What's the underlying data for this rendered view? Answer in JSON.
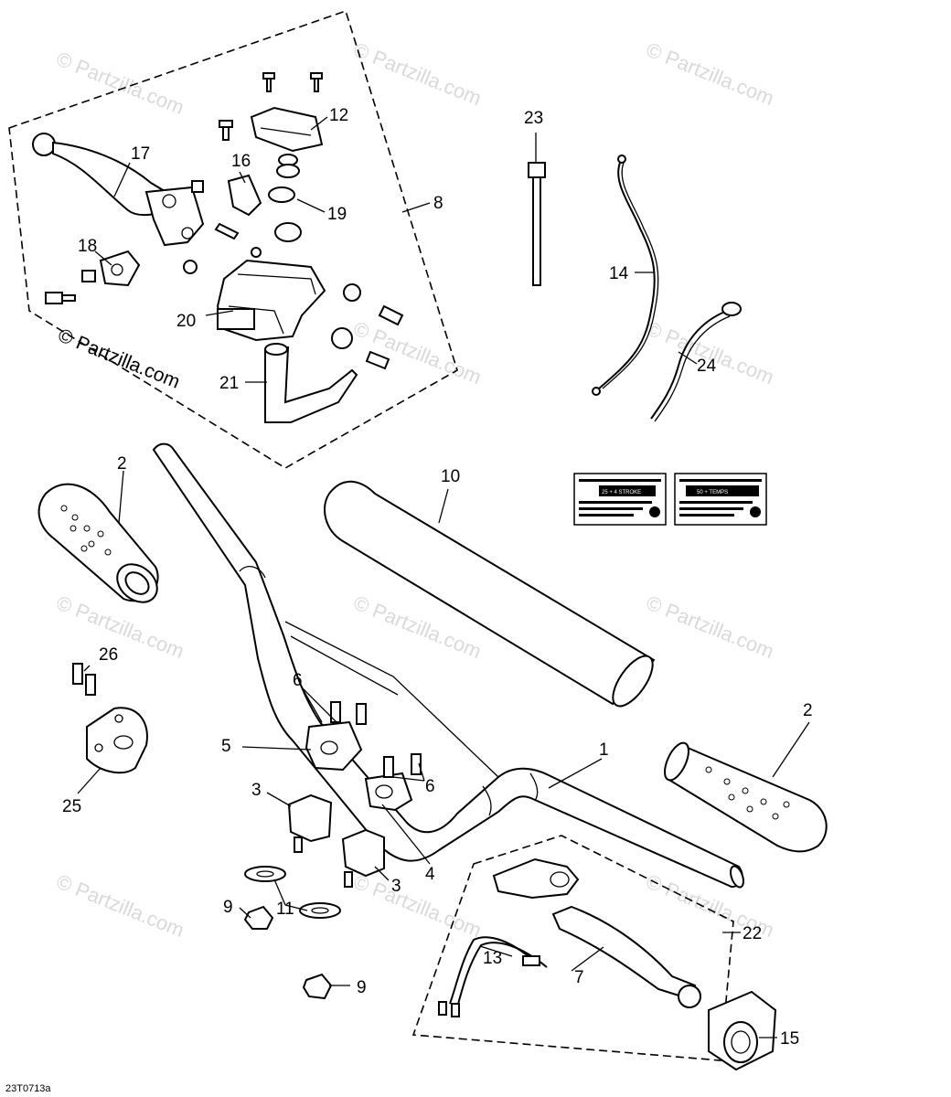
{
  "watermark": "© Partzilla.com",
  "labels": {
    "p1": "1",
    "p2a": "2",
    "p2b": "2",
    "p3a": "3",
    "p3b": "3",
    "p4": "4",
    "p5": "5",
    "p6a": "6",
    "p6b": "6",
    "p7": "7",
    "p8": "8",
    "p9a": "9",
    "p9b": "9",
    "p10": "10",
    "p11": "11",
    "p12": "12",
    "p13": "13",
    "p14": "14",
    "p15": "15",
    "p16": "16",
    "p17": "17",
    "p18": "18",
    "p19": "19",
    "p20": "20",
    "p21": "21",
    "p22": "22",
    "p23": "23",
    "p24": "24",
    "p25": "25",
    "p26": "26"
  },
  "decals": {
    "left": "25 + 4 STROKE",
    "right": "50 + TEMPS"
  },
  "diagram_code": "23T0713a"
}
